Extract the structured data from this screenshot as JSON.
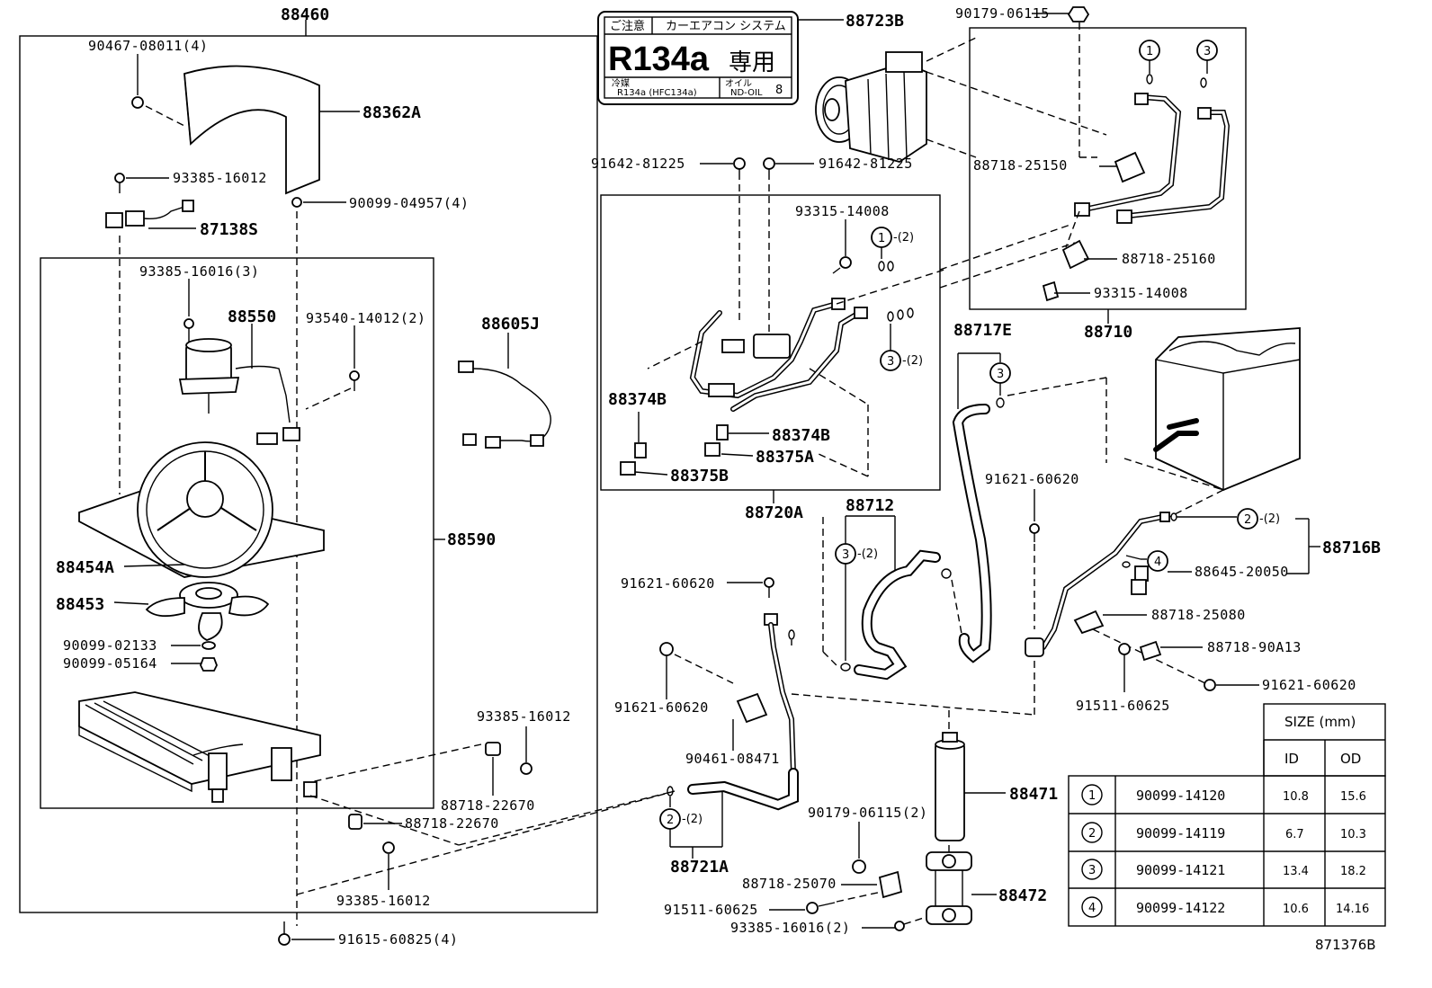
{
  "diagram_id": "871376B",
  "label_panel": {
    "caution": "ご注意",
    "system": "カーエアコン システム",
    "refrigerant": "R134a",
    "exclusive": "専用",
    "refrigerant_label": "冷媒",
    "refrigerant_detail": "R134a (HFC134a)",
    "oil_label": "オイル",
    "oil_type": "ND-OIL",
    "oil_grade": "8"
  },
  "parts": {
    "p88460": "88460",
    "p90467": "90467-08011(4)",
    "p88362A": "88362A",
    "p93385_16012a": "93385-16012",
    "p90099_04957": "90099-04957(4)",
    "p87138S": "87138S",
    "p93385_16016_3": "93385-16016(3)",
    "p88550": "88550",
    "p93540": "93540-14012(2)",
    "p88605J": "88605J",
    "p88590": "88590",
    "p88454A": "88454A",
    "p88453": "88453",
    "p90099_02133": "90099-02133",
    "p90099_05164": "90099-05164",
    "p93385_16012b": "93385-16012",
    "p88718_22670a": "88718-22670",
    "p88718_22670b": "88718-22670",
    "p93385_16012c": "93385-16012",
    "p91615": "91615-60825(4)",
    "p88723B": "88723B",
    "p90179_06115": "90179-06115",
    "p91642_a": "91642-81225",
    "p91642_b": "91642-81225",
    "p93315_14008a": "93315-14008",
    "p88374B_a": "88374B",
    "p88374B_b": "88374B",
    "p88375A": "88375A",
    "p88375B": "88375B",
    "p88720A": "88720A",
    "p88718_25150": "88718-25150",
    "p88718_25160": "88718-25160",
    "p93315_14008b": "93315-14008",
    "p88710": "88710",
    "p88717E": "88717E",
    "p88712": "88712",
    "p91621_60620a": "91621-60620",
    "p91621_60620b": "91621-60620",
    "p91621_60620c": "91621-60620",
    "p91621_60620d": "91621-60620",
    "p88716B": "88716B",
    "p88645": "88645-20050",
    "p88718_25080": "88718-25080",
    "p88718_90A13": "88718-90A13",
    "p91511_60625a": "91511-60625",
    "p91511_60625b": "91511-60625",
    "p90461": "90461-08471",
    "p88721A": "88721A",
    "p88471": "88471",
    "p90179_06115_2": "90179-06115(2)",
    "p88718_25070": "88718-25070",
    "p88472": "88472",
    "p93385_16016_2": "93385-16016(2)"
  },
  "callouts": {
    "c1": "1",
    "c2": "2",
    "c3": "3",
    "c4": "4",
    "x2": "-(2)"
  },
  "size_table": {
    "title": "SIZE (mm)",
    "col_id": "ID",
    "col_od": "OD",
    "rows": [
      {
        "ref": "1",
        "part": "90099-14120",
        "id": "10.8",
        "od": "15.6"
      },
      {
        "ref": "2",
        "part": "90099-14119",
        "id": "6.7",
        "od": "10.3"
      },
      {
        "ref": "3",
        "part": "90099-14121",
        "id": "13.4",
        "od": "18.2"
      },
      {
        "ref": "4",
        "part": "90099-14122",
        "id": "10.6",
        "od": "14.16"
      }
    ]
  }
}
